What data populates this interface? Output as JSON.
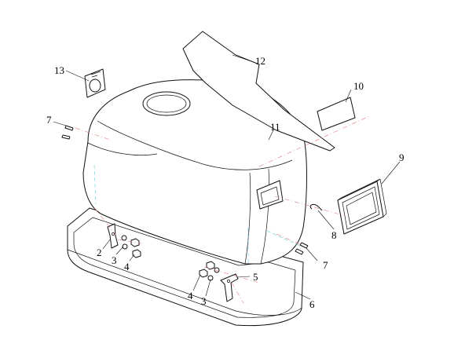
{
  "callouts": {
    "c1": "13",
    "c2": "12",
    "c3": "10",
    "c4": "7",
    "c5": "11",
    "c6": "9",
    "c7": "8",
    "c8": "7",
    "c9": "2",
    "c10": "3",
    "c11": "4",
    "c12": "5",
    "c13": "4",
    "c14": "3",
    "c15": "6"
  },
  "colors": {
    "line": "#111111",
    "centerline_red": "#e07a7a",
    "centerline_cyan": "#5fd0d6"
  }
}
